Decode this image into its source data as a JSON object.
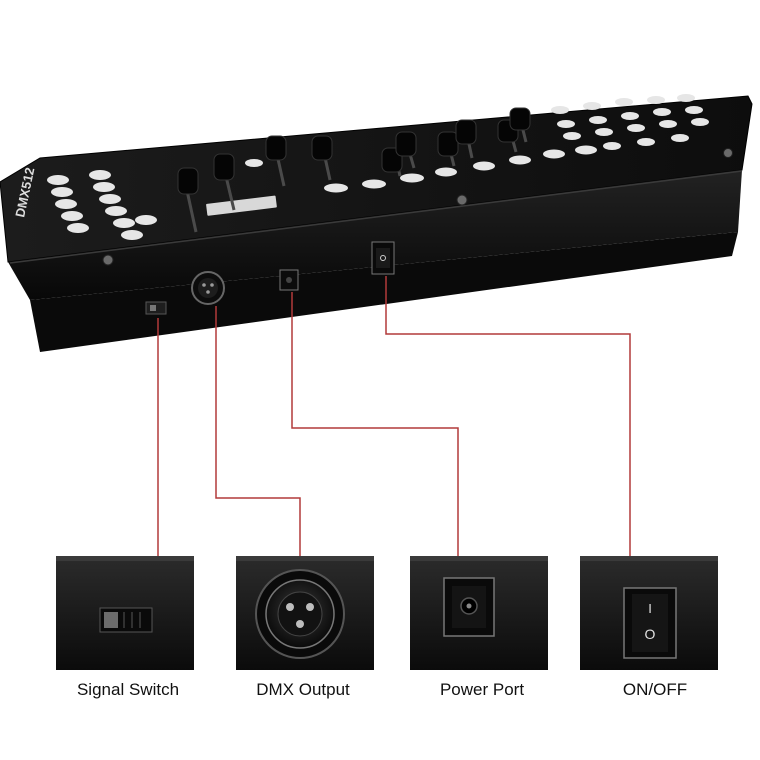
{
  "product": {
    "brand_text": "DMX512",
    "colors": {
      "background": "#ffffff",
      "body": "#121212",
      "panel": "#1b1b1b",
      "button": "#e9e9e9",
      "callout_line": "#b23a3a"
    }
  },
  "callouts": [
    {
      "label": "Signal Switch",
      "icon": "slide-switch-icon"
    },
    {
      "label": "DMX Output",
      "icon": "xlr-connector-icon"
    },
    {
      "label": "Power Port",
      "icon": "dc-jack-icon"
    },
    {
      "label": "ON/OFF",
      "icon": "rocker-switch-icon"
    }
  ],
  "switch_marks": {
    "on": "I",
    "off": "O"
  }
}
